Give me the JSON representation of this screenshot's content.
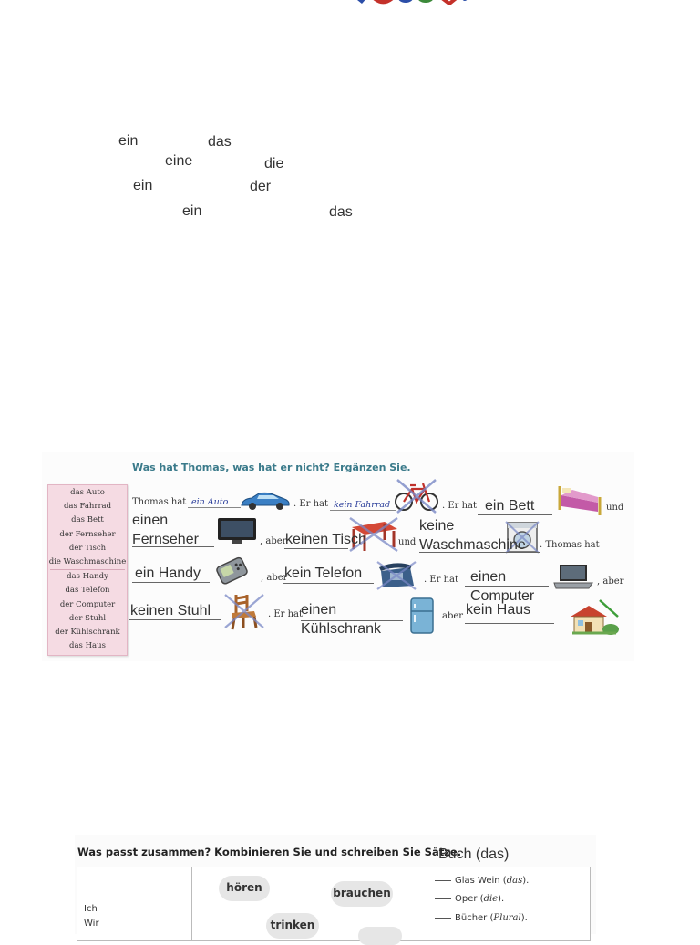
{
  "floating_words": [
    "ein",
    "das",
    "eine",
    "die",
    "ein",
    "der",
    "ein",
    "das"
  ],
  "exercise1": {
    "title": "Was hat Thomas, was hat er nicht? Ergänzen Sie.",
    "word_list_top": [
      "das Auto",
      "das Fahrrad",
      "das Bett",
      "der Fernseher",
      "der Tisch",
      "die Waschmaschine"
    ],
    "word_list_bottom": [
      "das Handy",
      "das Telefon",
      "der Computer",
      "der Stuhl",
      "der Kühlschrank",
      "das Haus"
    ],
    "printed": {
      "thomas_hat_1": "Thomas hat",
      "er_hat_1": ". Er hat",
      "er_hat_2": ". Er hat",
      "und_1": "und",
      "aber_1": ", aber",
      "und_2": "und",
      "thomas_hat_2": ". Thomas hat",
      "aber_2": ", aber",
      "er_hat_3": ". Er hat",
      "aber_3": ", aber",
      "er_hat_4": ". Er hat",
      "aber_4": "aber"
    },
    "example_answers": [
      "ein Auto",
      "kein Fahrrad"
    ],
    "answers": {
      "a1": "ein Bett",
      "a2": "einen",
      "a3": "Fernseher",
      "a4": "keinen Tisch",
      "a5": "keine",
      "a6": "Waschmaschine",
      "a7": "ein Handy",
      "a8": "kein Telefon",
      "a9": "einen",
      "a10": "Computer",
      "a11": "keinen Stuhl",
      "a12": "einen",
      "a13": "Kühlschrank",
      "a14": "kein Haus"
    }
  },
  "exercise2": {
    "title": "Was passt zusammen? Kombinieren Sie und schreiben Sie Sätze.",
    "typed_answer": "Buch (das)",
    "pronouns": [
      "Ich",
      "Wir"
    ],
    "verbs": [
      "hören",
      "brauchen",
      "trinken"
    ],
    "objects": [
      {
        "text": "Glas Wein (",
        "italic": "das",
        "tail": ")."
      },
      {
        "text": "Oper (",
        "italic": "die",
        "tail": ")."
      },
      {
        "text": "Bücher (",
        "italic": "Plural",
        "tail": ")."
      }
    ]
  }
}
